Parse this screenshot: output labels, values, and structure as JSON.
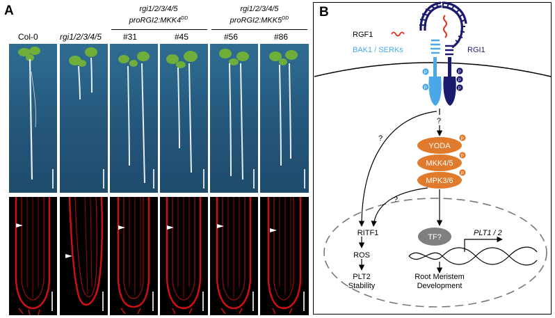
{
  "panel_a": {
    "letter": "A",
    "columns": [
      {
        "label": "Col-0"
      },
      {
        "label": "rgi1/2/3/4/5"
      },
      {
        "label": "#31"
      },
      {
        "label": "#45"
      },
      {
        "label": "#56"
      },
      {
        "label": "#86"
      }
    ],
    "groups": [
      {
        "line1": "rgi1/2/3/4/5",
        "line2": "proRGI2:MKK4",
        "sup": "DD"
      },
      {
        "line1": "rgi1/2/3/4/5",
        "line2": "proRGI2:MKK5",
        "sup": "DD"
      }
    ]
  },
  "panel_b": {
    "letter": "B",
    "rgf1": "RGF1",
    "bak1": "BAK1 / SERKs",
    "rgi1": "RGI1",
    "p": "P",
    "q": "?",
    "yoda": "YODA",
    "mkk": "MKK4/5",
    "mpk": "MPK3/6",
    "ritf1": "RITF1",
    "ros": "ROS",
    "plt2_line1": "PLT2",
    "plt2_line2": "Stability",
    "tf": "TF?",
    "plt12": "PLT1 / 2",
    "rm_line1": "Root Meristem",
    "rm_line2": "Development",
    "colors": {
      "bak1": "#4aa8e8",
      "rgi1": "#1a1a6e",
      "kinase": "#e07a2c",
      "rgf1": "#e0301e",
      "confocal": "#d01010"
    }
  }
}
